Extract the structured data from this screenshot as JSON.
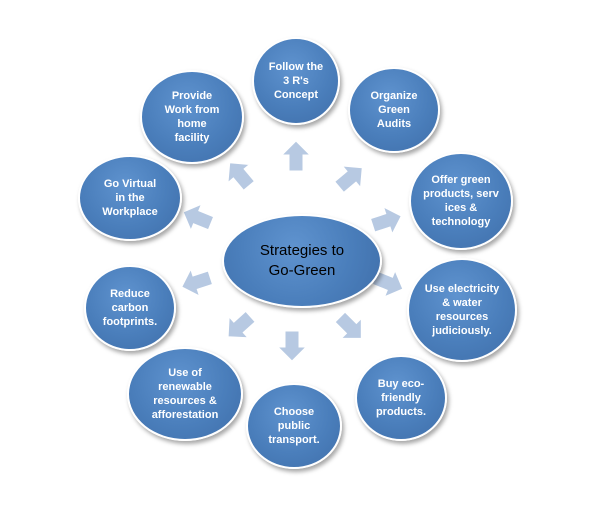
{
  "center": {
    "text": "Strategies to\nGo-Green"
  },
  "nodes": [
    {
      "id": "follow-3rs",
      "text": "Follow the\n3 R's\nConcept"
    },
    {
      "id": "green-audits",
      "text": "Organize\nGreen\nAudits"
    },
    {
      "id": "green-products",
      "text": "Offer green\nproducts, serv\nices &\ntechnology"
    },
    {
      "id": "electricity-water",
      "text": "Use electricity\n& water\nresources\njudiciously."
    },
    {
      "id": "eco-products",
      "text": "Buy eco-\nfriendly\nproducts."
    },
    {
      "id": "public-transport",
      "text": "Choose\npublic\ntransport."
    },
    {
      "id": "renewable",
      "text": "Use of\nrenewable\nresources &\nafforestation"
    },
    {
      "id": "carbon",
      "text": "Reduce\ncarbon\nfootprints."
    },
    {
      "id": "virtual",
      "text": "Go Virtual\nin the\nWorkplace"
    },
    {
      "id": "work-home",
      "text": "Provide\nWork from\nhome\nfacility"
    }
  ],
  "colors": {
    "bubble": "#4a7ebb",
    "arrow": "#b7c9e2",
    "arrow_stroke": "#ffffff",
    "center_text": "#000000",
    "node_text": "#ffffff"
  }
}
